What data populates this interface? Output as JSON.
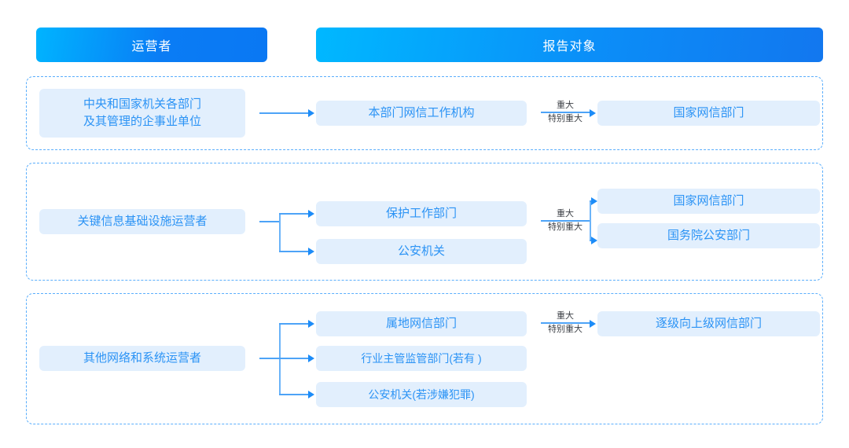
{
  "headers": {
    "operator": "运营者",
    "receiver": "报告对象"
  },
  "severity": {
    "major": "重大",
    "extra_major": "特别重大"
  },
  "groups": [
    {
      "id": "group-central-agencies",
      "operator": "中央和国家机关各部门\n及其管理的企事业单位",
      "operator_line1": "中央和国家机关各部门",
      "operator_line2": "及其管理的企事业单位",
      "middle": [
        "本部门网信工作机构"
      ],
      "right": [
        "国家网信部门"
      ]
    },
    {
      "id": "group-critical-infrastructure",
      "operator": "关键信息基础设施运营者",
      "middle": [
        "保护工作部门",
        "公安机关"
      ],
      "right": [
        "国家网信部门",
        "国务院公安部门"
      ]
    },
    {
      "id": "group-other-operators",
      "operator": "其他网络和系统运营者",
      "middle": [
        "属地网信部门",
        "行业主管监管部门(若有 )",
        "公安机关(若涉嫌犯罪)"
      ],
      "right": [
        "逐级向上级网信部门"
      ]
    }
  ],
  "colors": {
    "header_gradient_start": "#00b4ff",
    "header_gradient_end": "#0a78f3",
    "node_fill": "#e2effd",
    "node_text": "#2b93f5",
    "connector": "#4da3f7",
    "arrowhead": "#1c8cf8",
    "dashed_frame": "#5aaefc",
    "severity_text": "#3b3f45"
  }
}
